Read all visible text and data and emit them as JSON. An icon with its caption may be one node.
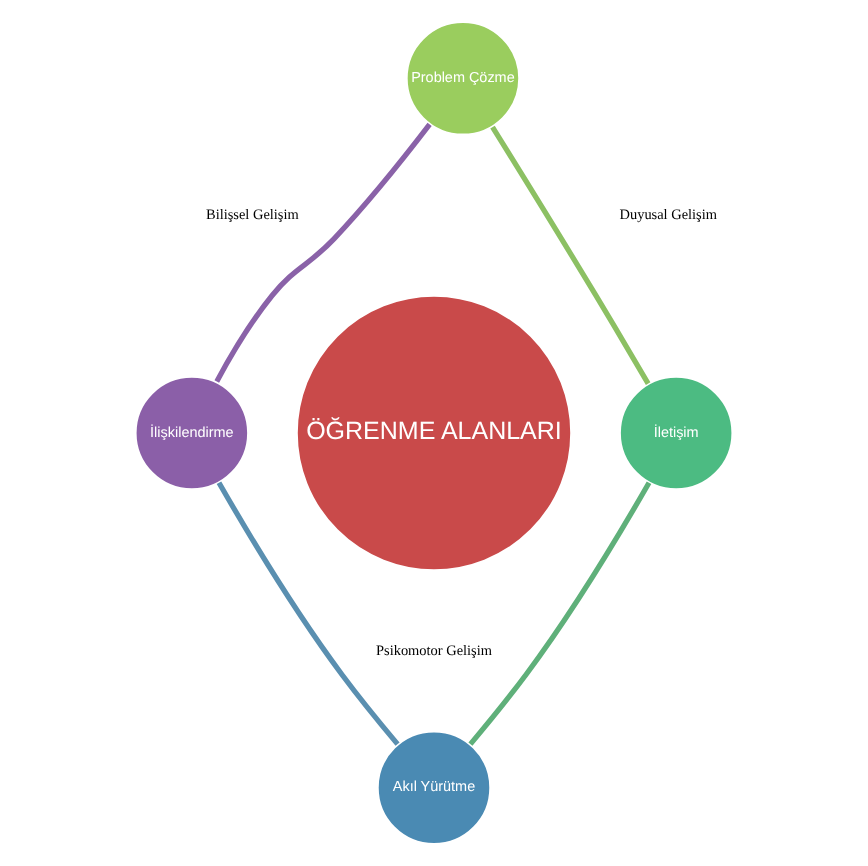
{
  "diagram": {
    "nodes": [
      {
        "text": [
          "Problem Çözme"
        ]
      },
      {
        "text": [
          "İlişkilendirme"
        ]
      },
      {
        "text": [
          "ÖĞRENME ALANLARI"
        ]
      },
      {
        "text": [
          "İletişim"
        ]
      },
      {
        "text": [
          "Akıl Yürütme"
        ]
      }
    ],
    "edges": [
      {
        "from": 0,
        "to": 3,
        "arrow": "none",
        "color": "#8cc063"
      },
      {
        "from": 3,
        "to": 4,
        "arrow": "none",
        "color": "#5fb07a"
      },
      {
        "from": 4,
        "to": 1,
        "arrow": "none",
        "color": "#5a8fb0"
      },
      {
        "from": 1,
        "to": 0,
        "arrow": "none",
        "color": "#8a62a8"
      }
    ],
    "labels": [
      "Bilişsel Gelişim",
      "Duyusal Gelişim",
      "Psikomotor Gelişim"
    ]
  }
}
